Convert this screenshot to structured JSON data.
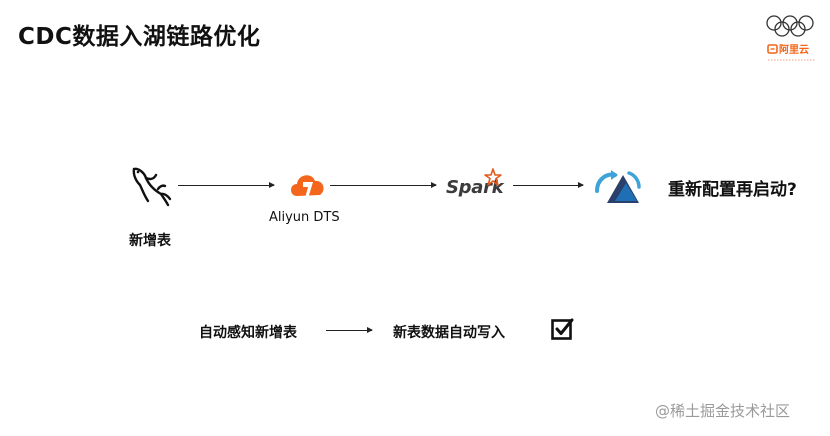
{
  "title": "CDC数据入湖链路优化",
  "logo": {
    "brand": "阿里云",
    "icon": "olympic-rings-icon"
  },
  "pipeline": {
    "source_label": "新增表",
    "dts_label": "Aliyun DTS",
    "spark_label": "Spark",
    "question": "重新配置再启动?"
  },
  "improved": {
    "step1": "自动感知新增表",
    "step2": "新表数据自动写入"
  },
  "icons": {
    "mysql": "mysql-dolphin-icon",
    "dts": "aliyun-dts-cloud-icon",
    "spark": "spark-star-icon",
    "restart": "restart-cycle-icon",
    "check": "checkbox-checked-icon"
  },
  "colors": {
    "accent_orange": "#f4661b",
    "restart_blue": "#1f6fb5",
    "restart_dark": "#2a3f6a",
    "watermark": "#9a9a9a"
  },
  "watermark": "@稀土掘金技术社区"
}
